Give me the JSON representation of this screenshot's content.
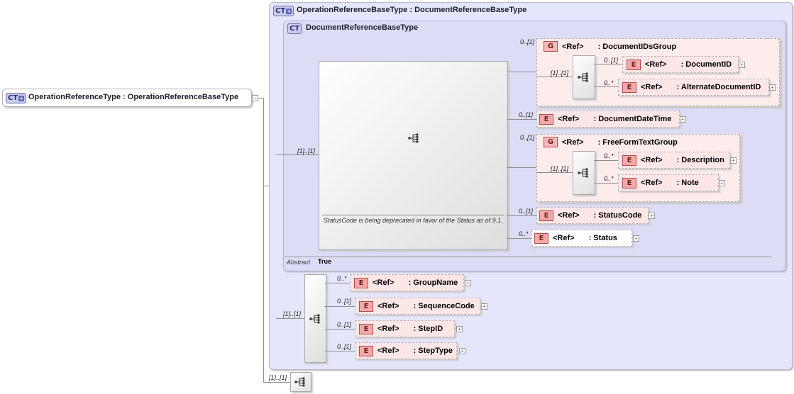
{
  "root": {
    "badge": "CT",
    "title": "OperationReferenceType : OperationReferenceBaseType"
  },
  "outer_ct": {
    "badge": "CT",
    "title": "OperationReferenceBaseType : DocumentReferenceBaseType"
  },
  "inner_ct": {
    "badge": "CT",
    "title": "DocumentReferenceBaseType",
    "abstract_label": "Abstract",
    "abstract_value": "True",
    "annotation": "StatusCode is being deprecated in favor of the Status as of 9.1."
  },
  "cards": {
    "inner_seq": "[1]..[1]",
    "doc_ids_group": "0..[1]",
    "doc_ids_seq": "[1]..[1]",
    "document_id": "0..[1]",
    "alternate_document_id": "0..*",
    "document_date_time": "0..[1]",
    "free_form_group": "0..[1]",
    "free_form_seq": "[1]..[1]",
    "description": "0..*",
    "note": "0..*",
    "status_code": "0..[1]",
    "status": "0..*",
    "outer_seq": "[1]..[1]",
    "group_name": "0..*",
    "sequence_code": "0..[1]",
    "step_id": "0..[1]",
    "step_type": "0..[1]",
    "bottom_seq": "[1]..[1]"
  },
  "elements": {
    "ref": "<Ref>",
    "e_badge": "E",
    "g_badge": "G",
    "document_ids_group": ": DocumentIDsGroup",
    "document_id": ": DocumentID",
    "alternate_document_id": ": AlternateDocumentID",
    "document_date_time": ": DocumentDateTime",
    "free_form_text_group": ": FreeFormTextGroup",
    "description": ": Description",
    "note": ": Note",
    "status_code": ": StatusCode",
    "status": ": Status",
    "group_name": ": GroupName",
    "sequence_code": ": SequenceCode",
    "step_id": ": StepID",
    "step_type": ": StepType"
  },
  "expander_symbol": "+",
  "collapse_symbol": "−"
}
